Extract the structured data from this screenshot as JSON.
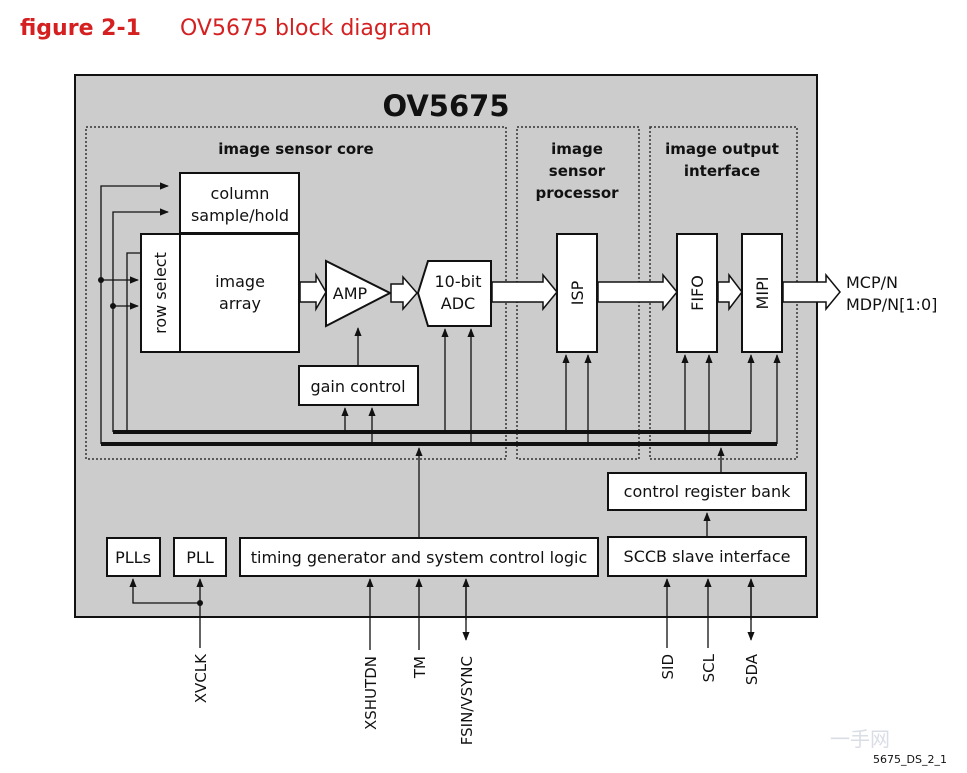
{
  "figure": {
    "label": "figure 2-1",
    "title": "OV5675 block diagram",
    "code": "5675_DS_2_1",
    "watermark": "一手网"
  },
  "chip": {
    "name": "OV5675"
  },
  "sections": {
    "core": "image sensor core",
    "isp_line1": "image",
    "isp_line2": "sensor",
    "isp_line3": "processor",
    "out_line1": "image output",
    "out_line2": "interface"
  },
  "blocks": {
    "column_line1": "column",
    "column_line2": "sample/hold",
    "row_select": "row select",
    "array_line1": "image",
    "array_line2": "array",
    "amp": "AMP",
    "adc_line1": "10-bit",
    "adc_line2": "ADC",
    "gain": "gain control",
    "isp": "ISP",
    "fifo": "FIFO",
    "mipi": "MIPI",
    "crb": "control register bank",
    "sccb": "SCCB slave interface",
    "plls": "PLLs",
    "pll": "PLL",
    "timing": "timing generator and system control logic"
  },
  "outputs": {
    "line1": "MCP/N",
    "line2": "MDP/N[1:0]"
  },
  "pins": {
    "xvclk": "XVCLK",
    "xshutdn": "XSHUTDN",
    "tm": "TM",
    "fsin": "FSIN/VSYNC",
    "sid": "SID",
    "scl": "SCL",
    "sda": "SDA"
  },
  "colors": {
    "chip_fill": "#cccccc",
    "accent": "#d42020"
  }
}
